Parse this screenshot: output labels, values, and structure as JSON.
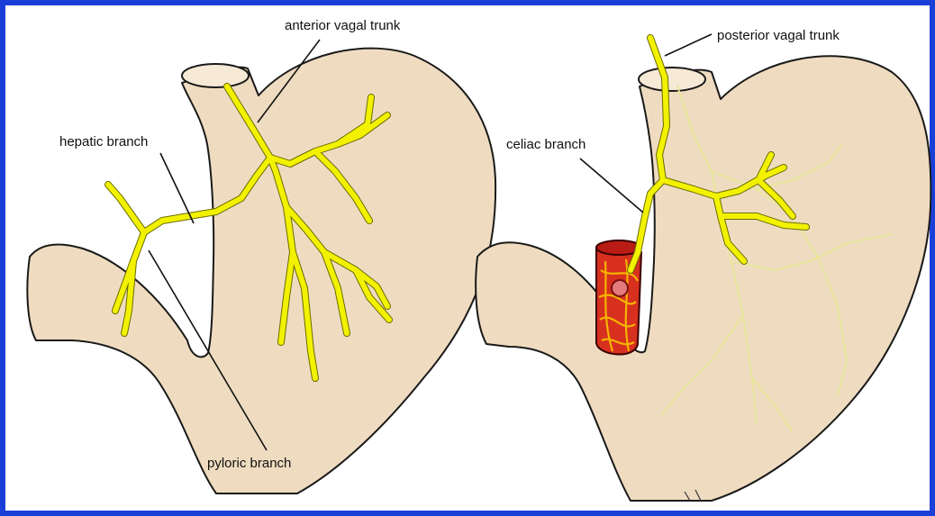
{
  "labels": {
    "anterior_vagal_trunk": "anterior vagal trunk",
    "hepatic_branch": "hepatic branch",
    "pyloric_branch": "pyloric branch",
    "posterior_vagal_trunk": "posterior vagal trunk",
    "celiac_branch": "celiac branch"
  },
  "colors": {
    "border": "#1a3fd9",
    "stomach": "#efdcc0",
    "nerve": "#f2f200",
    "celiac_trunk": "#c8201e"
  }
}
